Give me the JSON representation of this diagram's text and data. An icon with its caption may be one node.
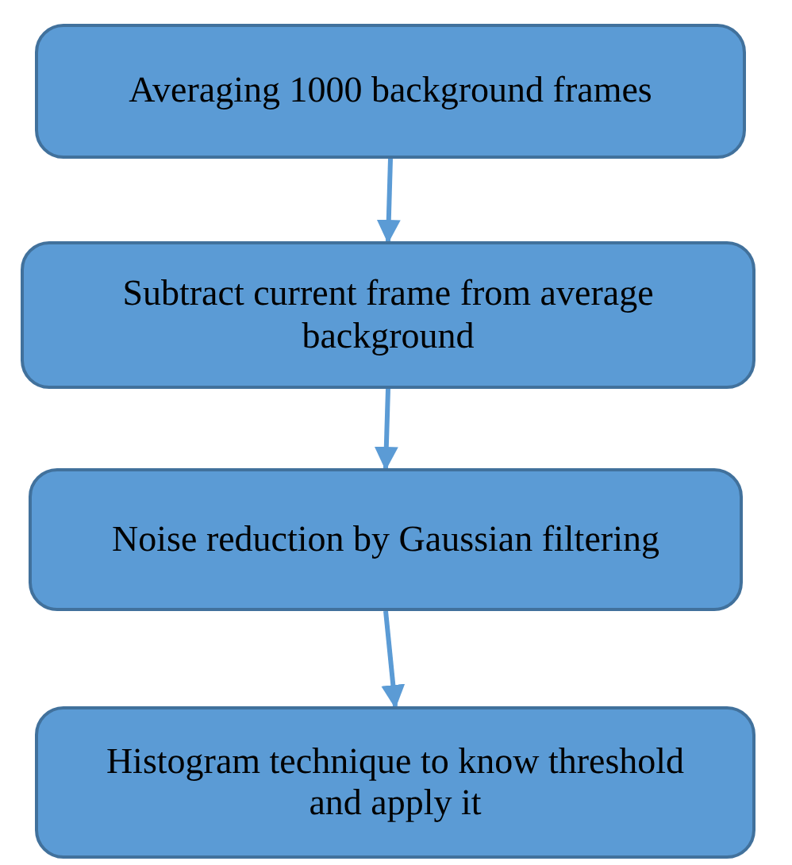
{
  "diagram": {
    "nodes": [
      {
        "text": [
          "Averaging 1000 background frames"
        ]
      },
      {
        "text": [
          "Subtract current frame from average background"
        ]
      },
      {
        "text": [
          "Noise reduction by Gaussian filtering"
        ]
      },
      {
        "text": [
          "Histogram technique to know threshold and apply it"
        ]
      }
    ],
    "edges": [
      {
        "from": 0,
        "to": 1,
        "arrow": "to"
      },
      {
        "from": 1,
        "to": 2,
        "arrow": "to"
      },
      {
        "from": 2,
        "to": 3,
        "arrow": "to"
      }
    ]
  }
}
